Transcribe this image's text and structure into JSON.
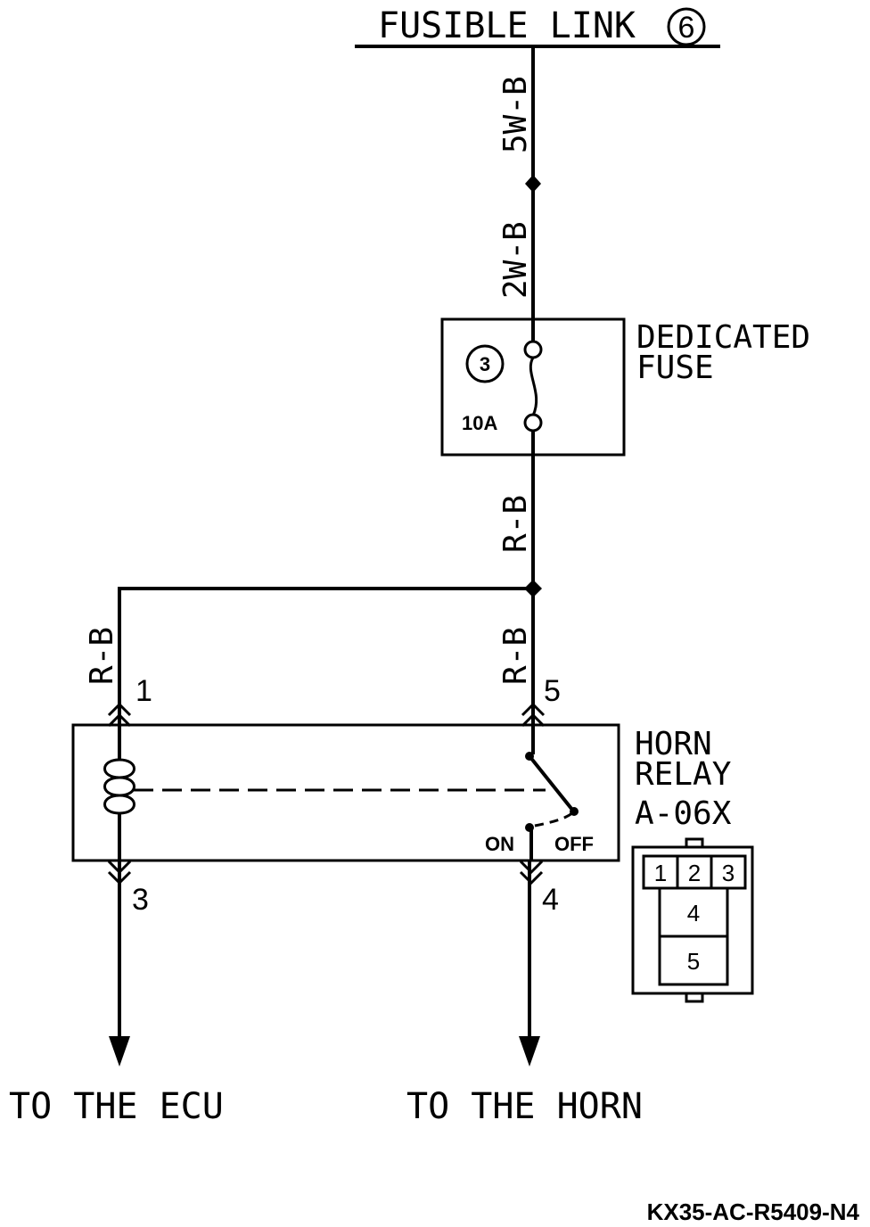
{
  "fusible_link": {
    "label": "FUSIBLE LINK",
    "number": "6"
  },
  "wires": {
    "w1": "5W-B",
    "w2": "2W-B",
    "w3": "R-B",
    "w4": "R-B",
    "w5": "R-B"
  },
  "fuse": {
    "number": "3",
    "rating": "10A",
    "label_line1": "DEDICATED",
    "label_line2": "FUSE"
  },
  "relay": {
    "label_line1": "HORN",
    "label_line2": "RELAY",
    "label_line3": "A-06X",
    "pin_top_left": "1",
    "pin_top_right": "5",
    "pin_bottom_left": "3",
    "pin_bottom_right": "4",
    "switch_on": "ON",
    "switch_off": "OFF"
  },
  "connector": {
    "cells": [
      "1",
      "2",
      "3",
      "4",
      "5"
    ]
  },
  "destinations": {
    "left": "TO THE ECU",
    "right": "TO THE HORN"
  },
  "diagram_code": "KX35-AC-R5409-N4"
}
